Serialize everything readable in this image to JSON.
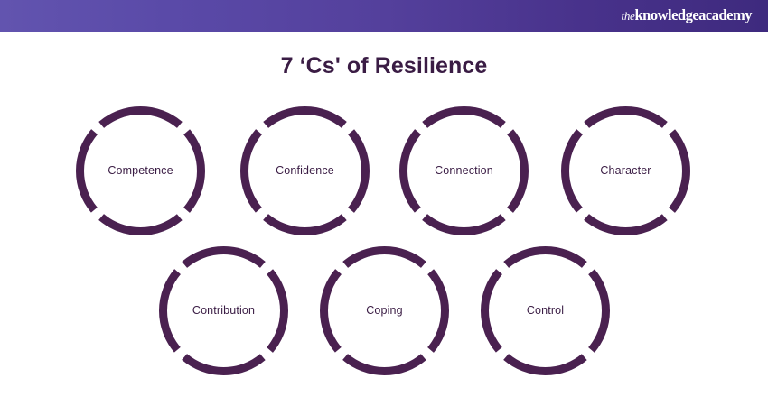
{
  "header": {
    "brand_the": "the",
    "brand_main": "knowledgeacademy",
    "gradient_start": "#6254AF",
    "gradient_end": "#3E2A7E"
  },
  "title": {
    "text": "7 ‘Cs' of Resilience",
    "color": "#3A1C44"
  },
  "diagram": {
    "ring_color": "#4A2150",
    "label_color": "#3A1C44",
    "stroke_width": 9,
    "gap_count": 4,
    "rows": [
      {
        "row": 1,
        "nodes": [
          {
            "label": "Competence"
          },
          {
            "label": "Confidence"
          },
          {
            "label": "Connection"
          },
          {
            "label": "Character"
          }
        ]
      },
      {
        "row": 2,
        "nodes": [
          {
            "label": "Contribution"
          },
          {
            "label": "Coping"
          },
          {
            "label": "Control"
          }
        ]
      }
    ]
  }
}
